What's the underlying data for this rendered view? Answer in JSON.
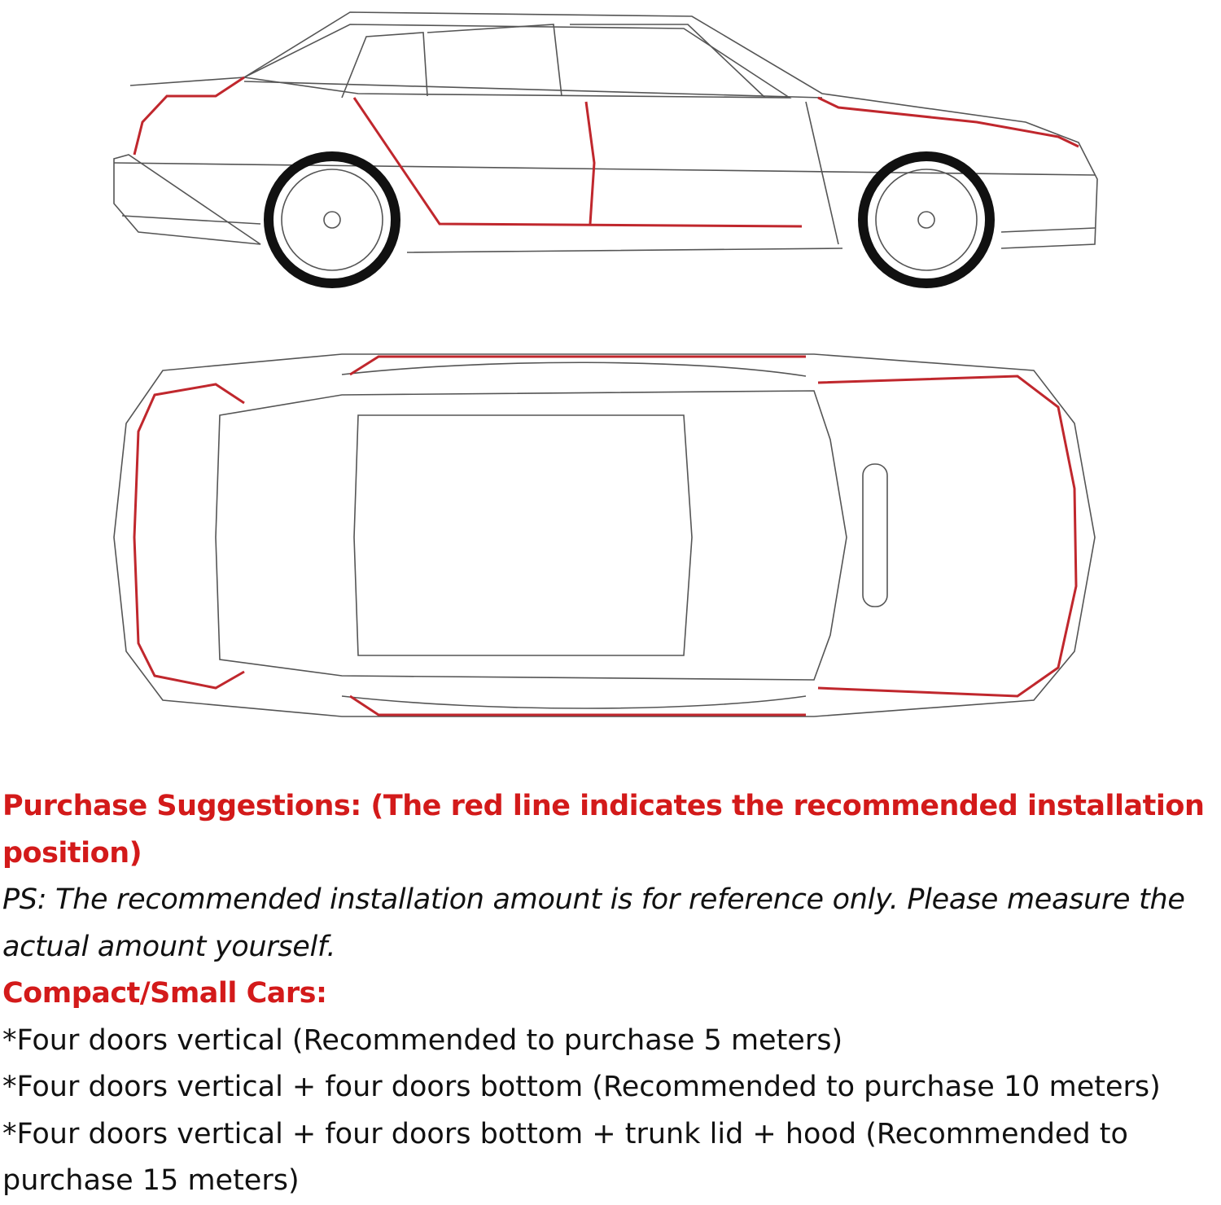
{
  "colors": {
    "accent_red": "#d31a1a",
    "text": "#111111",
    "install_line": "#c0272d"
  },
  "heading": {
    "line1": "Purchase Suggestions: (The red line indicates the recommended installation",
    "line2": "position)"
  },
  "note": {
    "line1": "PS: The recommended installation amount is for reference only. Please measure the",
    "line2": "actual amount yourself."
  },
  "category": "Compact/Small Cars:",
  "recommendations": [
    "*Four doors vertical (Recommended to purchase 5 meters)",
    "*Four doors vertical + four doors bottom (Recommended to purchase 10 meters)",
    "*Four doors vertical + four doors bottom + trunk lid + hood (Recommended to",
    "purchase 15 meters)"
  ]
}
